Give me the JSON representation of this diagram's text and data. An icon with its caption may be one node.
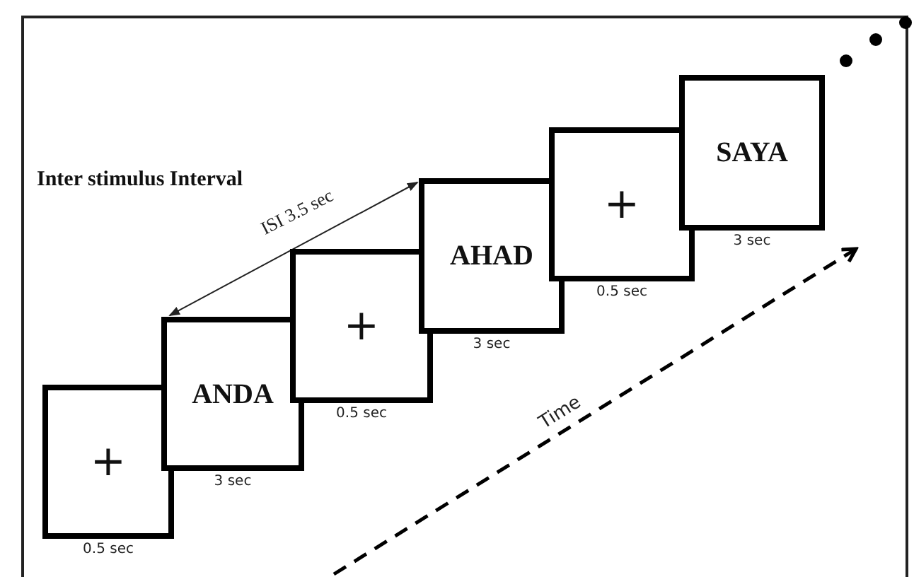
{
  "diagram": {
    "title": "Inter stimulus Interval",
    "nodes": [
      {
        "text": [
          "+"
        ],
        "beside": [
          "0.5 sec"
        ]
      },
      {
        "text": [
          "ANDA"
        ],
        "beside": [
          "3 sec"
        ]
      },
      {
        "text": [
          "+"
        ],
        "beside": [
          "0.5 sec"
        ]
      },
      {
        "text": [
          "AHAD"
        ],
        "beside": [
          "3 sec"
        ]
      },
      {
        "text": [
          "+"
        ],
        "beside": [
          "0.5 sec"
        ]
      },
      {
        "text": [
          "SAYA"
        ],
        "beside": [
          "3 sec"
        ]
      }
    ],
    "edges": [
      {
        "from": 1,
        "to": 3,
        "arrow": "both",
        "label": "ISI 3.5 sec"
      }
    ],
    "labels": [
      "Time"
    ]
  }
}
